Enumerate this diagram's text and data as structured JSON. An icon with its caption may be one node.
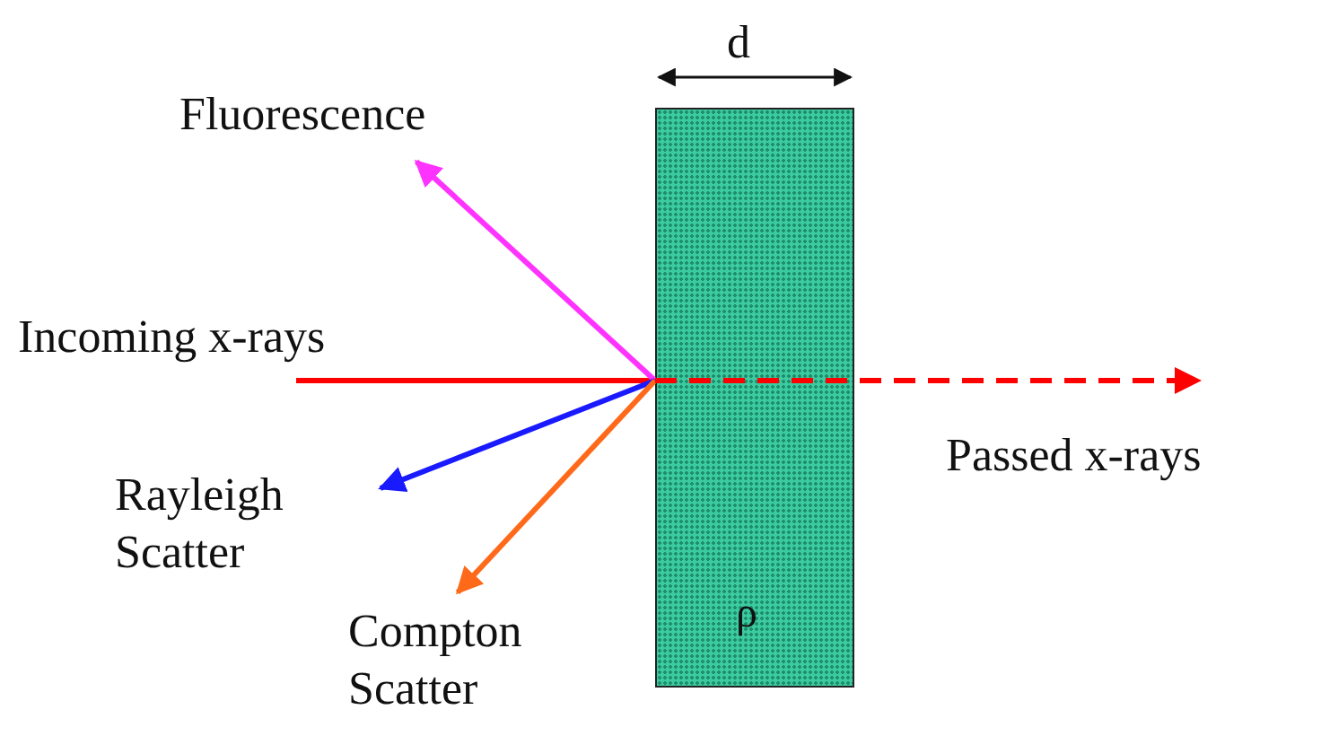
{
  "diagram": {
    "nodes": [
      {
        "text": [
          "ρ"
        ]
      },
      {
        "text": [
          "Fluorescence"
        ]
      },
      {
        "text": [
          "Incoming x-rays"
        ]
      },
      {
        "text": [
          "Rayleigh Scatter"
        ]
      },
      {
        "text": [
          "Compton Scatter"
        ]
      },
      {
        "text": [
          "Passed x-rays"
        ]
      }
    ],
    "edges": [
      {
        "from": 2,
        "to": 0,
        "arrow": "none",
        "color": "#ff0000"
      },
      {
        "from": 0,
        "to": 1,
        "arrow": "to",
        "color": "#ff33ff"
      },
      {
        "from": 0,
        "to": 3,
        "arrow": "to",
        "color": "#1a1aff"
      },
      {
        "from": 0,
        "to": 4,
        "arrow": "to",
        "color": "#ff6a1a"
      },
      {
        "from": 0,
        "to": 5,
        "arrow": "to",
        "color": "#ff0000",
        "style": "dashed"
      }
    ],
    "labels": [
      "d"
    ]
  }
}
